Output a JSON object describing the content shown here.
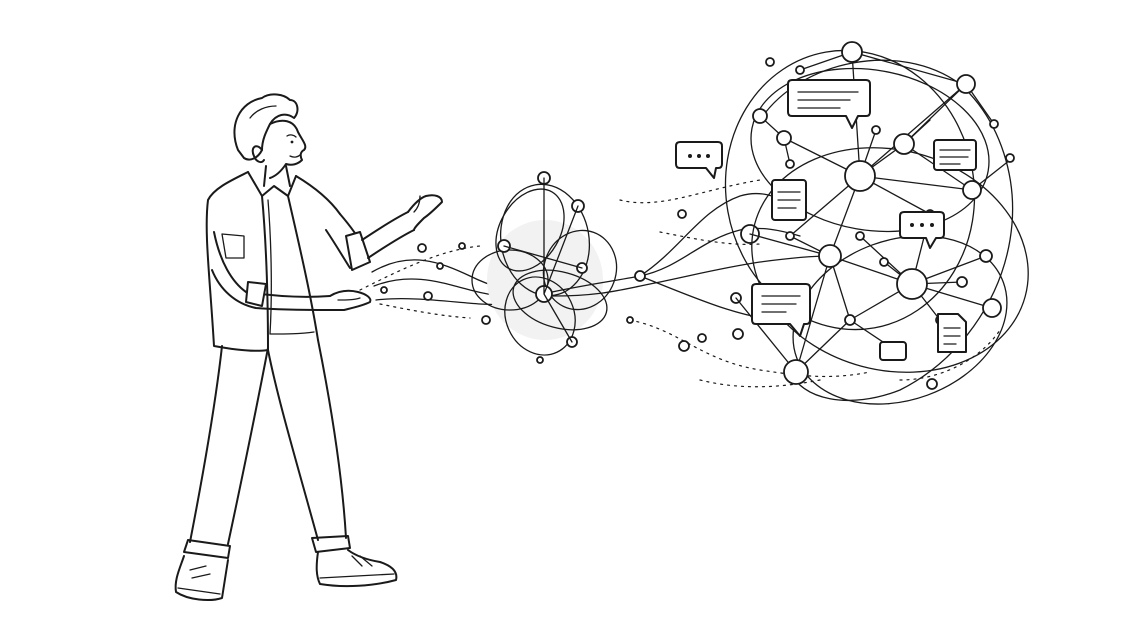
{
  "scene": {
    "stroke_color": "#1a1a1a",
    "background_color": "#ffffff",
    "icons": [
      "person-figure",
      "knot-cluster",
      "network-graph",
      "speech-bubble-icon",
      "document-icon",
      "typing-bubble-icon"
    ]
  }
}
